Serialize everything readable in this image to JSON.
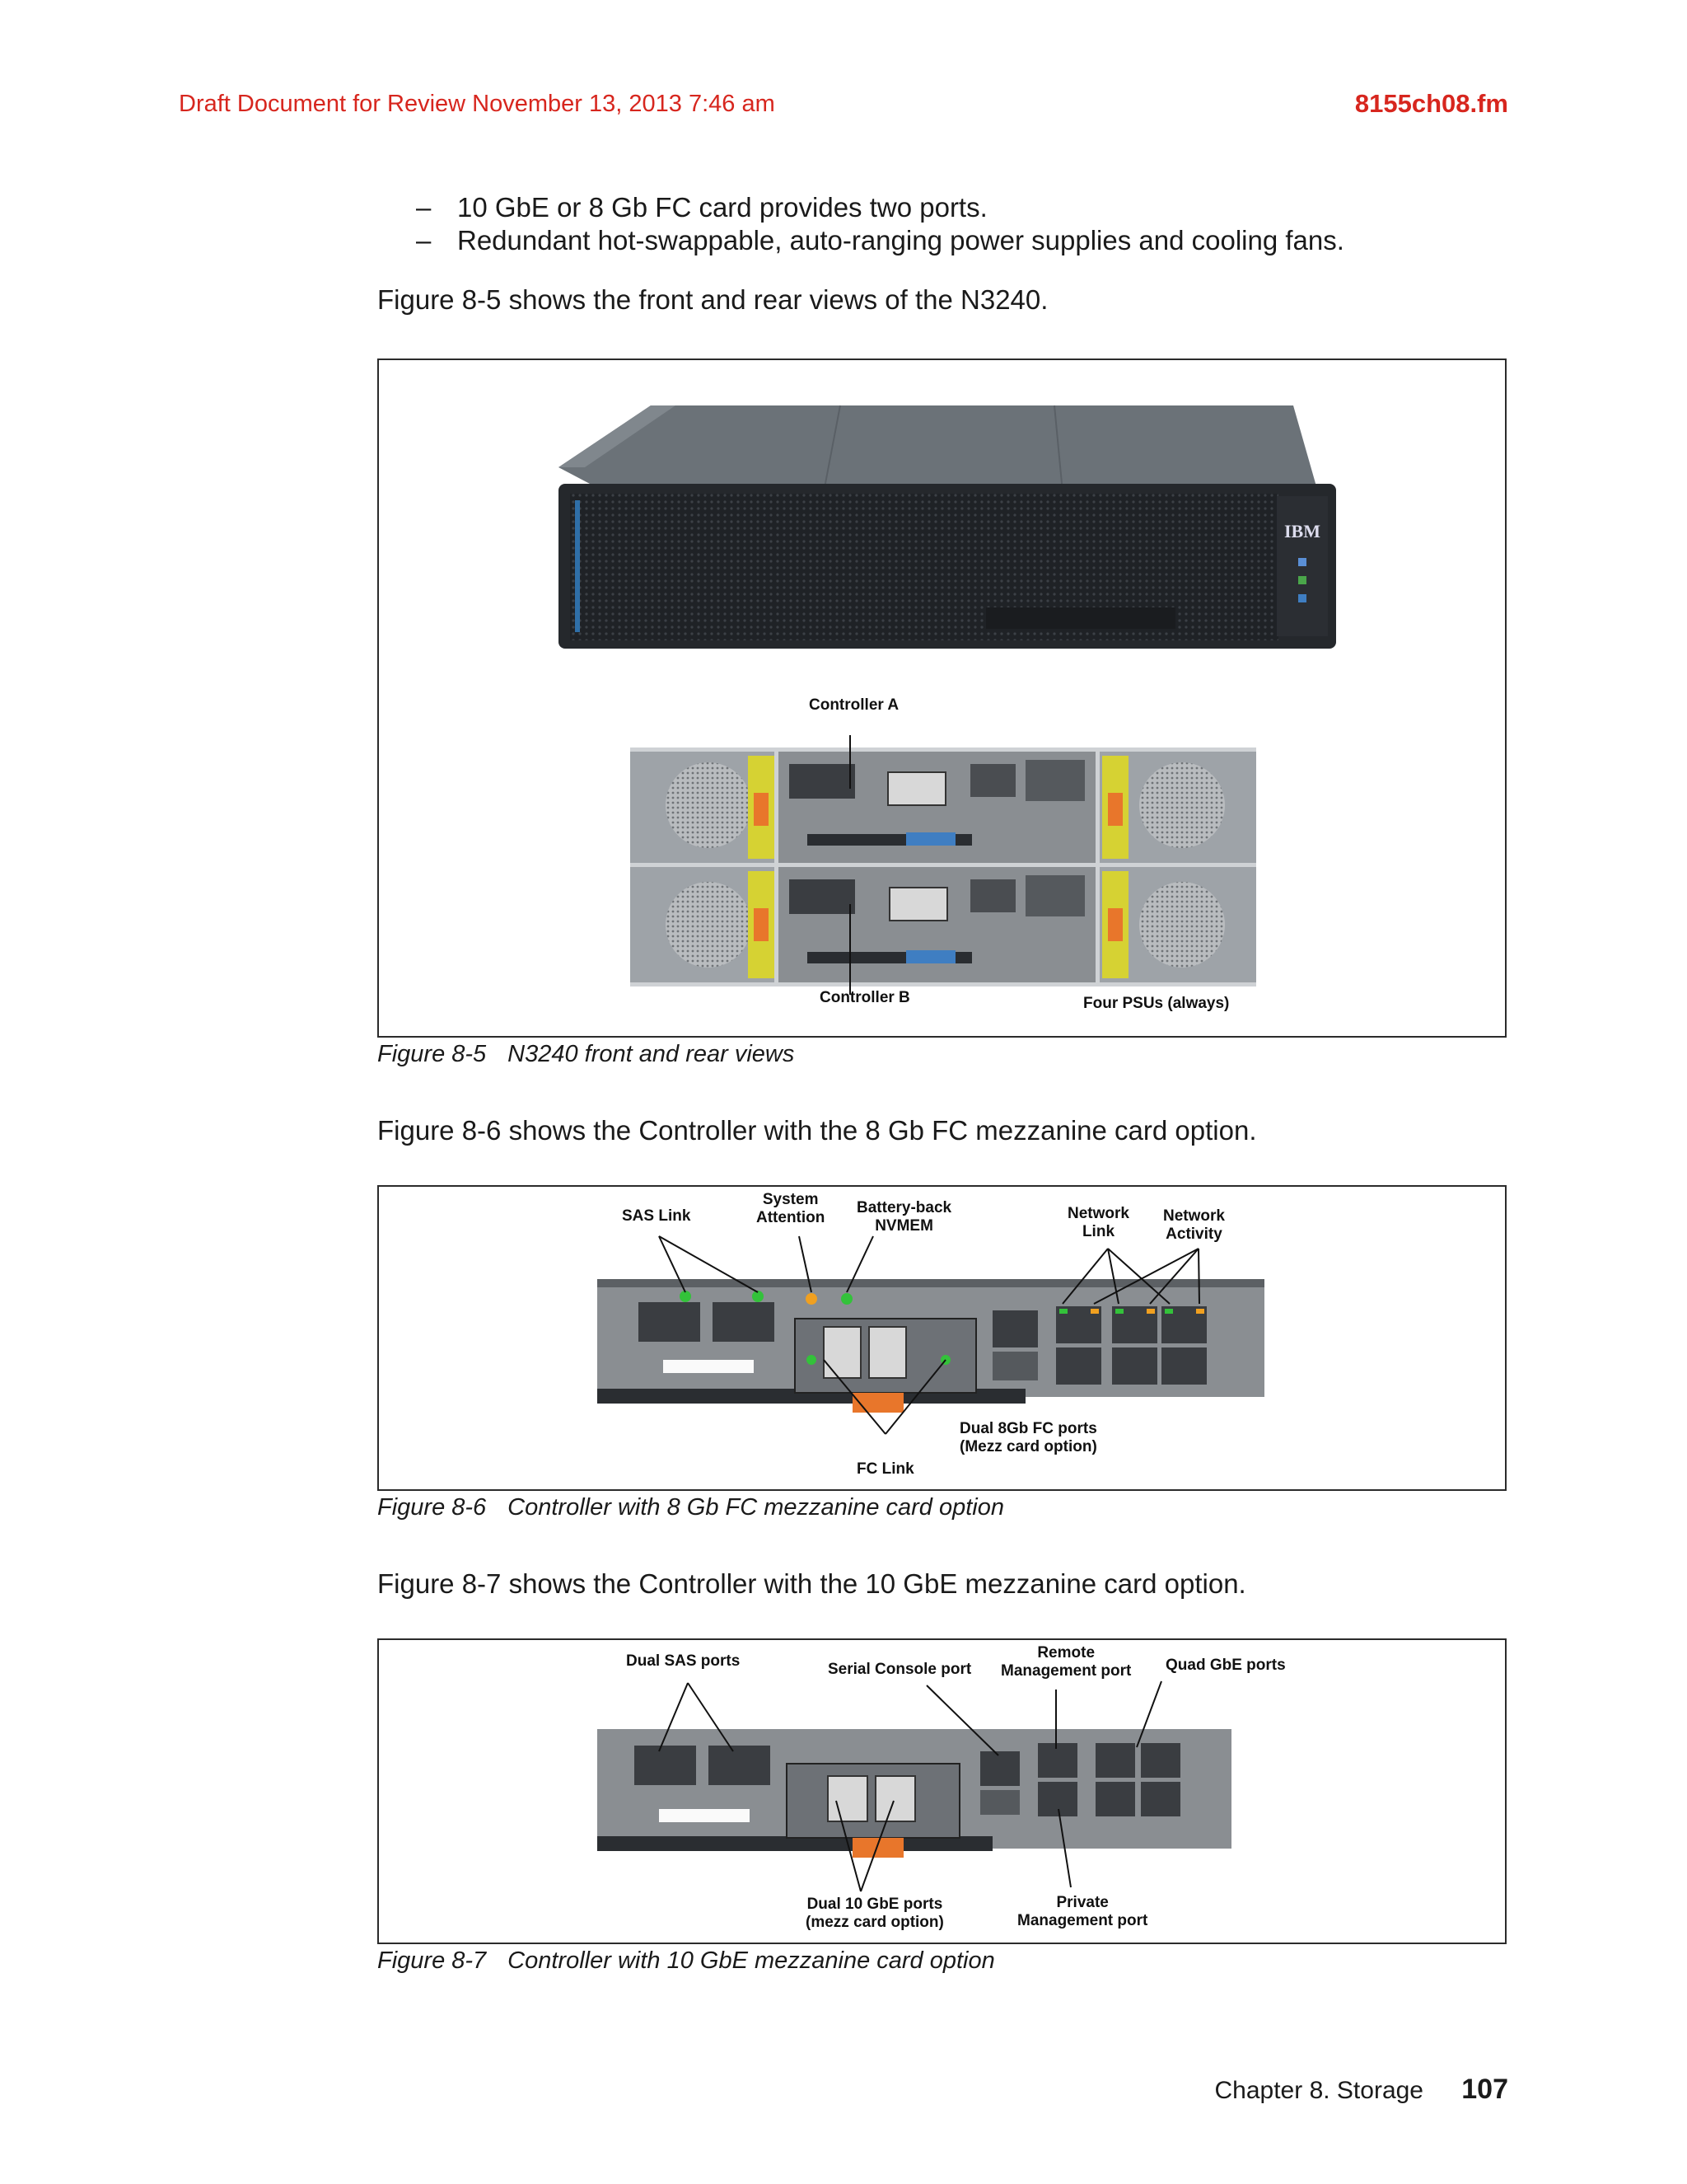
{
  "header": {
    "left": "Draft Document for Review November 13, 2013 7:46 am",
    "right": "8155ch08.fm"
  },
  "bullets": [
    "10 GbE or 8 Gb FC card provides two ports.",
    "Redundant hot-swappable, auto-ranging power supplies and cooling fans."
  ],
  "bullet_marker": "–",
  "paragraphs": {
    "p1": "Figure 8-5 shows the front and rear views of the N3240.",
    "p2": "Figure 8-6 shows the Controller with the 8 Gb FC mezzanine card option.",
    "p3": "Figure 8-7 shows the Controller with the 10 GbE mezzanine card option."
  },
  "figures": {
    "f5": {
      "number": "Figure 8-5",
      "caption": "N3240 front and rear views",
      "labels": {
        "controller_a": "Controller A",
        "controller_b": "Controller B",
        "psus": "Four PSUs (always)"
      }
    },
    "f6": {
      "number": "Figure 8-6",
      "caption": "Controller with 8 Gb FC mezzanine card option",
      "labels": {
        "sas_link": "SAS Link",
        "system_attention_1": "System",
        "system_attention_2": "Attention",
        "battery_1": "Battery-back",
        "battery_2": "NVMEM",
        "network_link_1": "Network",
        "network_link_2": "Link",
        "network_activity_1": "Network",
        "network_activity_2": "Activity",
        "dual_fc_1": "Dual  8Gb FC ports",
        "dual_fc_2": "(Mezz card option)",
        "fc_link": "FC  Link"
      }
    },
    "f7": {
      "number": "Figure 8-7",
      "caption": "Controller with 10 GbE mezzanine card option",
      "labels": {
        "dual_sas": "Dual SAS ports",
        "serial_console": "Serial Console port",
        "remote_mgmt_1": "Remote",
        "remote_mgmt_2": "Management port",
        "quad_gbe": "Quad GbE ports",
        "dual_10gbe_1": "Dual 10 GbE ports",
        "dual_10gbe_2": "(mezz card option)",
        "private_mgmt_1": "Private",
        "private_mgmt_2": "Management port"
      }
    }
  },
  "footer": {
    "chapter": "Chapter 8. Storage",
    "page": "107"
  },
  "colors": {
    "header_red": "#d7261e",
    "chassis_dark": "#2a2d31",
    "chassis_top": "#6b7278",
    "panel_gray": "#8a8e92",
    "handle_orange": "#e8762b",
    "led_green": "#33c23a",
    "led_amber": "#f0a020"
  }
}
